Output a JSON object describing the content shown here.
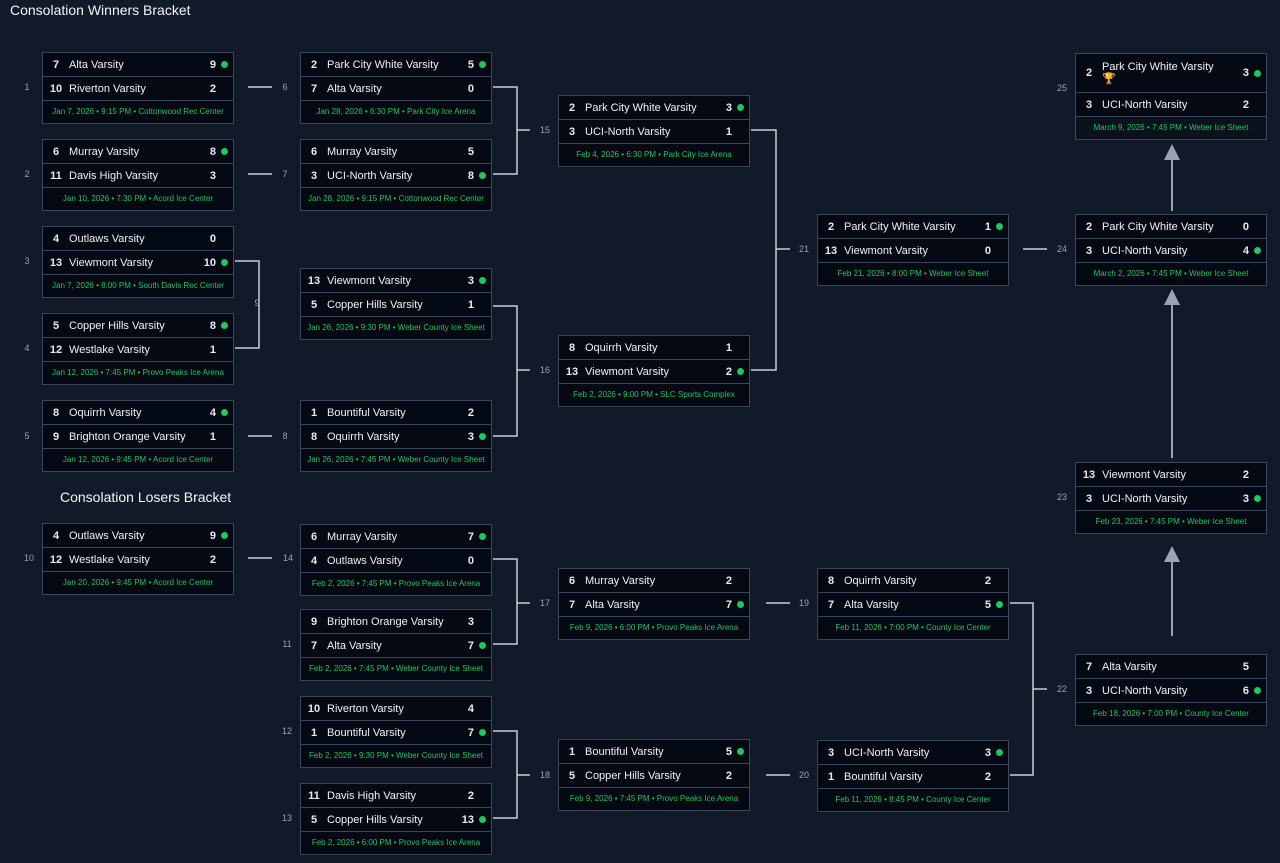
{
  "titles": {
    "winners": "Consolation Winners Bracket",
    "losers": "Consolation Losers Bracket"
  },
  "colors": {
    "accent": "#22c55e",
    "background": "#121a2a",
    "card": "#050913",
    "border": "#3b4658"
  },
  "matches": [
    {
      "number": "1",
      "teams": [
        {
          "seed": "7",
          "name": "Alta Varsity",
          "score": "9",
          "winner": true
        },
        {
          "seed": "10",
          "name": "Riverton Varsity",
          "score": "2",
          "winner": false
        }
      ],
      "info": "Jan 7, 2026 • 9:15 PM • Cottonwood Rec Center"
    },
    {
      "number": "2",
      "teams": [
        {
          "seed": "6",
          "name": "Murray Varsity",
          "score": "8",
          "winner": true
        },
        {
          "seed": "11",
          "name": "Davis High Varsity",
          "score": "3",
          "winner": false
        }
      ],
      "info": "Jan 10, 2026 • 7:30 PM • Acord Ice Center"
    },
    {
      "number": "3",
      "teams": [
        {
          "seed": "4",
          "name": "Outlaws Varsity",
          "score": "0",
          "winner": false
        },
        {
          "seed": "13",
          "name": "Viewmont Varsity",
          "score": "10",
          "winner": true
        }
      ],
      "info": "Jan 7, 2026 • 8:00 PM • South Davis Rec Center"
    },
    {
      "number": "4",
      "teams": [
        {
          "seed": "5",
          "name": "Copper Hills Varsity",
          "score": "8",
          "winner": true
        },
        {
          "seed": "12",
          "name": "Westlake Varsity",
          "score": "1",
          "winner": false
        }
      ],
      "info": "Jan 12, 2026 • 7:45 PM • Provo Peaks Ice Arena"
    },
    {
      "number": "5",
      "teams": [
        {
          "seed": "8",
          "name": "Oquirrh Varsity",
          "score": "4",
          "winner": true
        },
        {
          "seed": "9",
          "name": "Brighton Orange Varsity",
          "score": "1",
          "winner": false
        }
      ],
      "info": "Jan 12, 2026 • 9:45 PM • Acord Ice Center"
    },
    {
      "number": "6",
      "teams": [
        {
          "seed": "2",
          "name": "Park City White Varsity",
          "score": "5",
          "winner": true
        },
        {
          "seed": "7",
          "name": "Alta Varsity",
          "score": "0",
          "winner": false
        }
      ],
      "info": "Jan 28, 2026 • 6:30 PM • Park City Ice Arena"
    },
    {
      "number": "7",
      "teams": [
        {
          "seed": "6",
          "name": "Murray Varsity",
          "score": "5",
          "winner": false
        },
        {
          "seed": "3",
          "name": "UCI-North Varsity",
          "score": "8",
          "winner": true
        }
      ],
      "info": "Jan 28, 2026 • 9:15 PM • Cottonwood Rec Center"
    },
    {
      "number": "9",
      "teams": [
        {
          "seed": "13",
          "name": "Viewmont Varsity",
          "score": "3",
          "winner": true
        },
        {
          "seed": "5",
          "name": "Copper Hills Varsity",
          "score": "1",
          "winner": false
        }
      ],
      "info": "Jan 26, 2026 • 9:30 PM • Weber County Ice Sheet"
    },
    {
      "number": "8",
      "teams": [
        {
          "seed": "1",
          "name": "Bountiful Varsity",
          "score": "2",
          "winner": false
        },
        {
          "seed": "8",
          "name": "Oquirrh Varsity",
          "score": "3",
          "winner": true
        }
      ],
      "info": "Jan 26, 2026 • 7:45 PM • Weber County Ice Sheet"
    },
    {
      "number": "15",
      "teams": [
        {
          "seed": "2",
          "name": "Park City White Varsity",
          "score": "3",
          "winner": true
        },
        {
          "seed": "3",
          "name": "UCI-North Varsity",
          "score": "1",
          "winner": false
        }
      ],
      "info": "Feb 4, 2026 • 6:30 PM • Park City Ice Arena"
    },
    {
      "number": "16",
      "teams": [
        {
          "seed": "8",
          "name": "Oquirrh Varsity",
          "score": "1",
          "winner": false
        },
        {
          "seed": "13",
          "name": "Viewmont Varsity",
          "score": "2",
          "winner": true
        }
      ],
      "info": "Feb 2, 2026 • 9:00 PM • SLC Sports Complex"
    },
    {
      "number": "21",
      "teams": [
        {
          "seed": "2",
          "name": "Park City White Varsity",
          "score": "1",
          "winner": true
        },
        {
          "seed": "13",
          "name": "Viewmont Varsity",
          "score": "0",
          "winner": false
        }
      ],
      "info": "Feb 21, 2026 • 8:00 PM • Weber Ice Sheet"
    },
    {
      "number": "24",
      "teams": [
        {
          "seed": "2",
          "name": "Park City White Varsity",
          "score": "0",
          "winner": false
        },
        {
          "seed": "3",
          "name": "UCI-North Varsity",
          "score": "4",
          "winner": true
        }
      ],
      "info": "March 2, 2026 • 7:45 PM • Weber Ice Sheet"
    },
    {
      "number": "25",
      "final": true,
      "trophy": "🏆",
      "teams": [
        {
          "seed": "2",
          "name": "Park City White Varsity",
          "score": "3",
          "winner": true
        },
        {
          "seed": "3",
          "name": "UCI-North Varsity",
          "score": "2",
          "winner": false
        }
      ],
      "info": "March 9, 2026 • 7:45 PM • Weber Ice Sheet"
    },
    {
      "number": "23",
      "teams": [
        {
          "seed": "13",
          "name": "Viewmont Varsity",
          "score": "2",
          "winner": false
        },
        {
          "seed": "3",
          "name": "UCI-North Varsity",
          "score": "3",
          "winner": true
        }
      ],
      "info": "Feb 23, 2026 • 7:45 PM • Weber Ice Sheet"
    },
    {
      "number": "10",
      "teams": [
        {
          "seed": "4",
          "name": "Outlaws Varsity",
          "score": "9",
          "winner": true
        },
        {
          "seed": "12",
          "name": "Westlake Varsity",
          "score": "2",
          "winner": false
        }
      ],
      "info": "Jan 20, 2026 • 9:45 PM • Acord Ice Center"
    },
    {
      "number": "14",
      "teams": [
        {
          "seed": "6",
          "name": "Murray Varsity",
          "score": "7",
          "winner": true
        },
        {
          "seed": "4",
          "name": "Outlaws Varsity",
          "score": "0",
          "winner": false
        }
      ],
      "info": "Feb 2, 2026 • 7:45 PM • Provo Peaks Ice Arena"
    },
    {
      "number": "11",
      "teams": [
        {
          "seed": "9",
          "name": "Brighton Orange Varsity",
          "score": "3",
          "winner": false
        },
        {
          "seed": "7",
          "name": "Alta Varsity",
          "score": "7",
          "winner": true
        }
      ],
      "info": "Feb 2, 2026 • 7:45 PM • Weber County Ice Sheet"
    },
    {
      "number": "12",
      "teams": [
        {
          "seed": "10",
          "name": "Riverton Varsity",
          "score": "4",
          "winner": false
        },
        {
          "seed": "1",
          "name": "Bountiful Varsity",
          "score": "7",
          "winner": true
        }
      ],
      "info": "Feb 2, 2026 • 9:30 PM • Weber County Ice Sheet"
    },
    {
      "number": "13",
      "teams": [
        {
          "seed": "11",
          "name": "Davis High Varsity",
          "score": "2",
          "winner": false
        },
        {
          "seed": "5",
          "name": "Copper Hills Varsity",
          "score": "13",
          "winner": true
        }
      ],
      "info": "Feb 2, 2026 • 6:00 PM • Provo Peaks Ice Arena"
    },
    {
      "number": "17",
      "teams": [
        {
          "seed": "6",
          "name": "Murray Varsity",
          "score": "2",
          "winner": false
        },
        {
          "seed": "7",
          "name": "Alta Varsity",
          "score": "7",
          "winner": true
        }
      ],
      "info": "Feb 9, 2026 • 6:00 PM • Provo Peaks Ice Arena"
    },
    {
      "number": "18",
      "teams": [
        {
          "seed": "1",
          "name": "Bountiful Varsity",
          "score": "5",
          "winner": true
        },
        {
          "seed": "5",
          "name": "Copper Hills Varsity",
          "score": "2",
          "winner": false
        }
      ],
      "info": "Feb 9, 2026 • 7:45 PM • Provo Peaks Ice Arena"
    },
    {
      "number": "19",
      "teams": [
        {
          "seed": "8",
          "name": "Oquirrh Varsity",
          "score": "2",
          "winner": false
        },
        {
          "seed": "7",
          "name": "Alta Varsity",
          "score": "5",
          "winner": true
        }
      ],
      "info": "Feb 11, 2026 • 7:00 PM • County Ice Center"
    },
    {
      "number": "20",
      "teams": [
        {
          "seed": "3",
          "name": "UCI-North Varsity",
          "score": "3",
          "winner": true
        },
        {
          "seed": "1",
          "name": "Bountiful Varsity",
          "score": "2",
          "winner": false
        }
      ],
      "info": "Feb 11, 2026 • 8:45 PM • County Ice Center"
    },
    {
      "number": "22",
      "teams": [
        {
          "seed": "7",
          "name": "Alta Varsity",
          "score": "5",
          "winner": false
        },
        {
          "seed": "3",
          "name": "UCI-North Varsity",
          "score": "6",
          "winner": true
        }
      ],
      "info": "Feb 18, 2026 • 7:00 PM • County Ice Center"
    }
  ]
}
